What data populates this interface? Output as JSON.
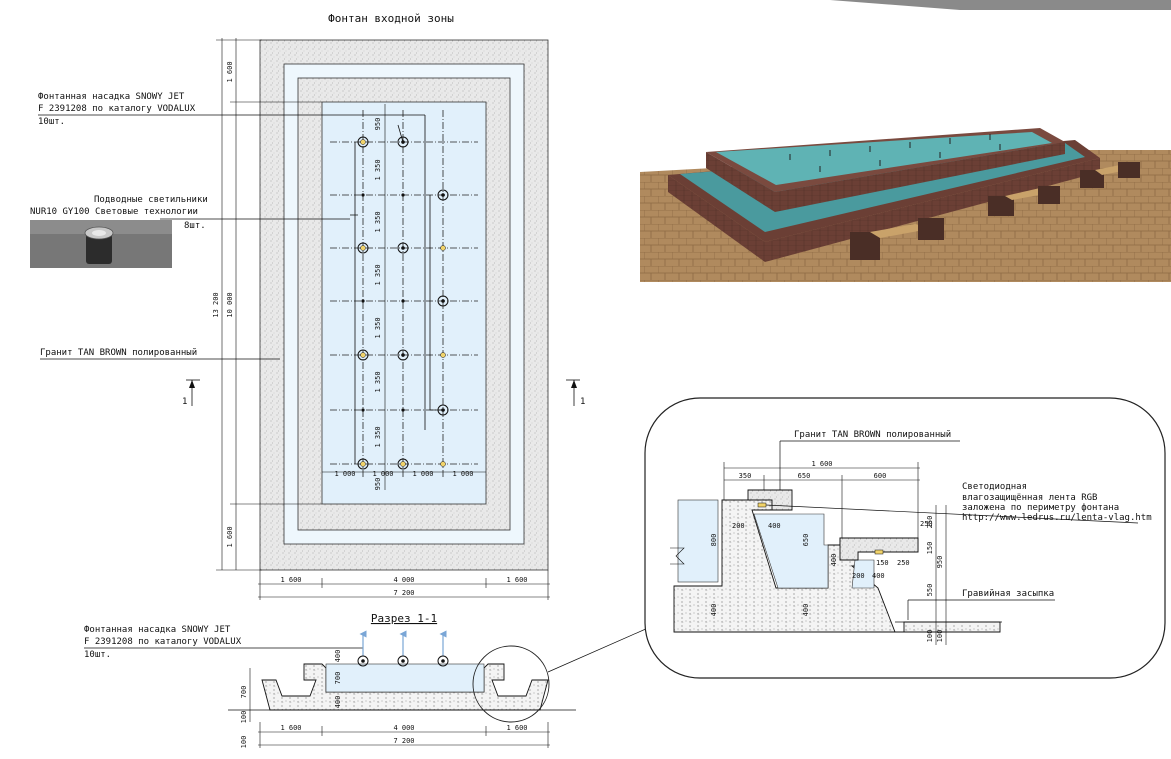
{
  "title": "Фонтан входной зоны",
  "labels": {
    "nozzle": [
      "Фонтанная насадка  SNOWY JET",
      "F 2391208 по каталогу VODALUX",
      "10шт."
    ],
    "lights": [
      "Подводные светильники",
      "NUR10 GY100  Световые технологии",
      "8шт."
    ],
    "granite": "Гранит TAN BROWN полированный",
    "section_title": "Разрез 1-1",
    "section_nozzle": [
      "Фонтанная насадка  SNOWY JET",
      "F 2391208 по каталогу VODALUX",
      "10шт."
    ],
    "detail_granite": "Гранит TAN BROWN полированный",
    "led_strip": [
      "Светодиодная",
      "влагозащищённая лента RGB",
      "заложена по периметру фонтана",
      "http://www.ledrus.ru/lenta-vlag.htm"
    ],
    "gravel": "Гравийная засыпка",
    "section_mark": "1"
  },
  "dims": {
    "plan_bottom": [
      "1 600",
      "4 000",
      "1 600"
    ],
    "plan_total": "7 200",
    "plan_left_outer": "13 200",
    "plan_left_inner": "10 000",
    "plan_top": "1 600",
    "plan_bottom_left": "1 600",
    "spacing_vertical": [
      "950",
      "1 350",
      "1 350",
      "1 350",
      "1 350",
      "1 350",
      "1 350",
      "950"
    ],
    "spacing_horizontal": [
      "1 000",
      "1 000",
      "1 000",
      "1 000"
    ],
    "section_bottom": [
      "1 600",
      "4 000",
      "1 600"
    ],
    "section_total": "7 200",
    "section_vert": [
      "100",
      "700",
      "400",
      "700",
      "400",
      "100"
    ],
    "detail_top": "1 600",
    "detail_parts": [
      "350",
      "650",
      "600"
    ],
    "detail_small": [
      "200",
      "400",
      "250",
      "150",
      "250",
      "200",
      "400"
    ],
    "detail_vert": [
      "800",
      "650",
      "400",
      "400",
      "400",
      "150",
      "250",
      "550",
      "950",
      "100",
      "100"
    ]
  }
}
